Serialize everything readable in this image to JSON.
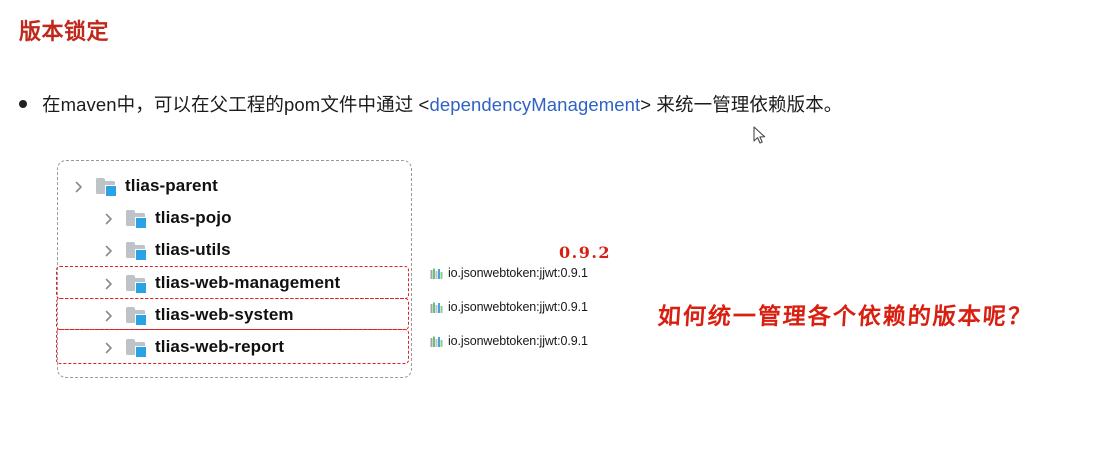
{
  "page": {
    "title": "版本锁定",
    "title_color": "#c0281c"
  },
  "bullet": {
    "marker": "bullet-dot",
    "text_before": "在maven中，可以在父工程的pom文件中通过 <",
    "tag": "dependencyManagement",
    "tag_color": "#2f62c4",
    "text_after": "> 来统一管理依赖版本。"
  },
  "project_tree": {
    "container": "dashed-gray-panel",
    "rows": [
      {
        "label": "tlias-parent",
        "depth": 0,
        "chevron": "chevron-right-icon",
        "icon": "maven-module-folder-icon",
        "highlighted": false
      },
      {
        "label": "tlias-pojo",
        "depth": 1,
        "chevron": "chevron-right-icon",
        "icon": "maven-module-folder-icon",
        "highlighted": false
      },
      {
        "label": "tlias-utils",
        "depth": 1,
        "chevron": "chevron-right-icon",
        "icon": "maven-module-folder-icon",
        "highlighted": false
      },
      {
        "label": "tlias-web-management",
        "depth": 1,
        "chevron": "chevron-right-icon",
        "icon": "maven-module-folder-icon",
        "highlighted": true
      },
      {
        "label": "tlias-web-system",
        "depth": 1,
        "chevron": "chevron-right-icon",
        "icon": "maven-module-folder-icon",
        "highlighted": true
      },
      {
        "label": "tlias-web-report",
        "depth": 1,
        "chevron": "chevron-right-icon",
        "icon": "maven-module-folder-icon",
        "highlighted": true
      }
    ],
    "highlight_color": "#e02020"
  },
  "dependencies": {
    "icon": "library-bars-icon",
    "items": [
      {
        "label": "io.jsonwebtoken:jjwt:0.9.1"
      },
      {
        "label": "io.jsonwebtoken:jjwt:0.9.1"
      },
      {
        "label": "io.jsonwebtoken:jjwt:0.9.1"
      }
    ]
  },
  "annotations": {
    "version": "0.9.2",
    "question": "如何统一管理各个依赖的版本呢？",
    "color": "#d81f10"
  },
  "cursor": {
    "name": "mouse-pointer"
  }
}
